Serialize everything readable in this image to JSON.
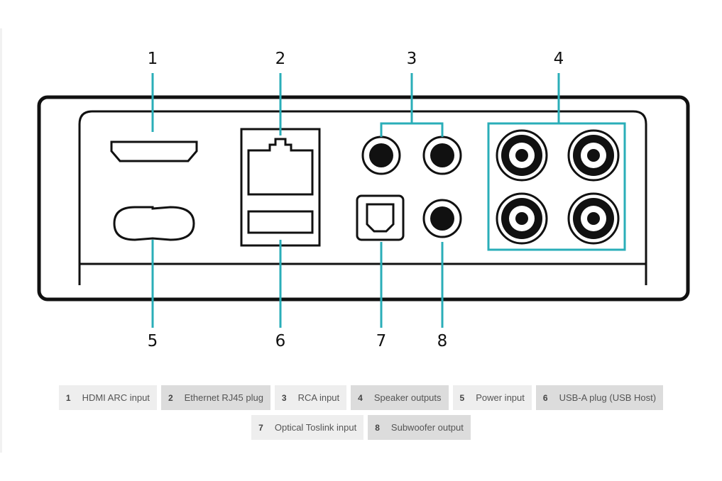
{
  "callouts": [
    "1",
    "2",
    "3",
    "4",
    "5",
    "6",
    "7",
    "8"
  ],
  "accent": "#2aaeb8",
  "legend": [
    {
      "num": "1",
      "label": "HDMI ARC input"
    },
    {
      "num": "2",
      "label": "Ethernet RJ45 plug"
    },
    {
      "num": "3",
      "label": "RCA input"
    },
    {
      "num": "4",
      "label": "Speaker outputs"
    },
    {
      "num": "5",
      "label": "Power input"
    },
    {
      "num": "6",
      "label": "USB-A plug (USB Host)"
    },
    {
      "num": "7",
      "label": "Optical Toslink input"
    },
    {
      "num": "8",
      "label": "Subwoofer output"
    }
  ]
}
